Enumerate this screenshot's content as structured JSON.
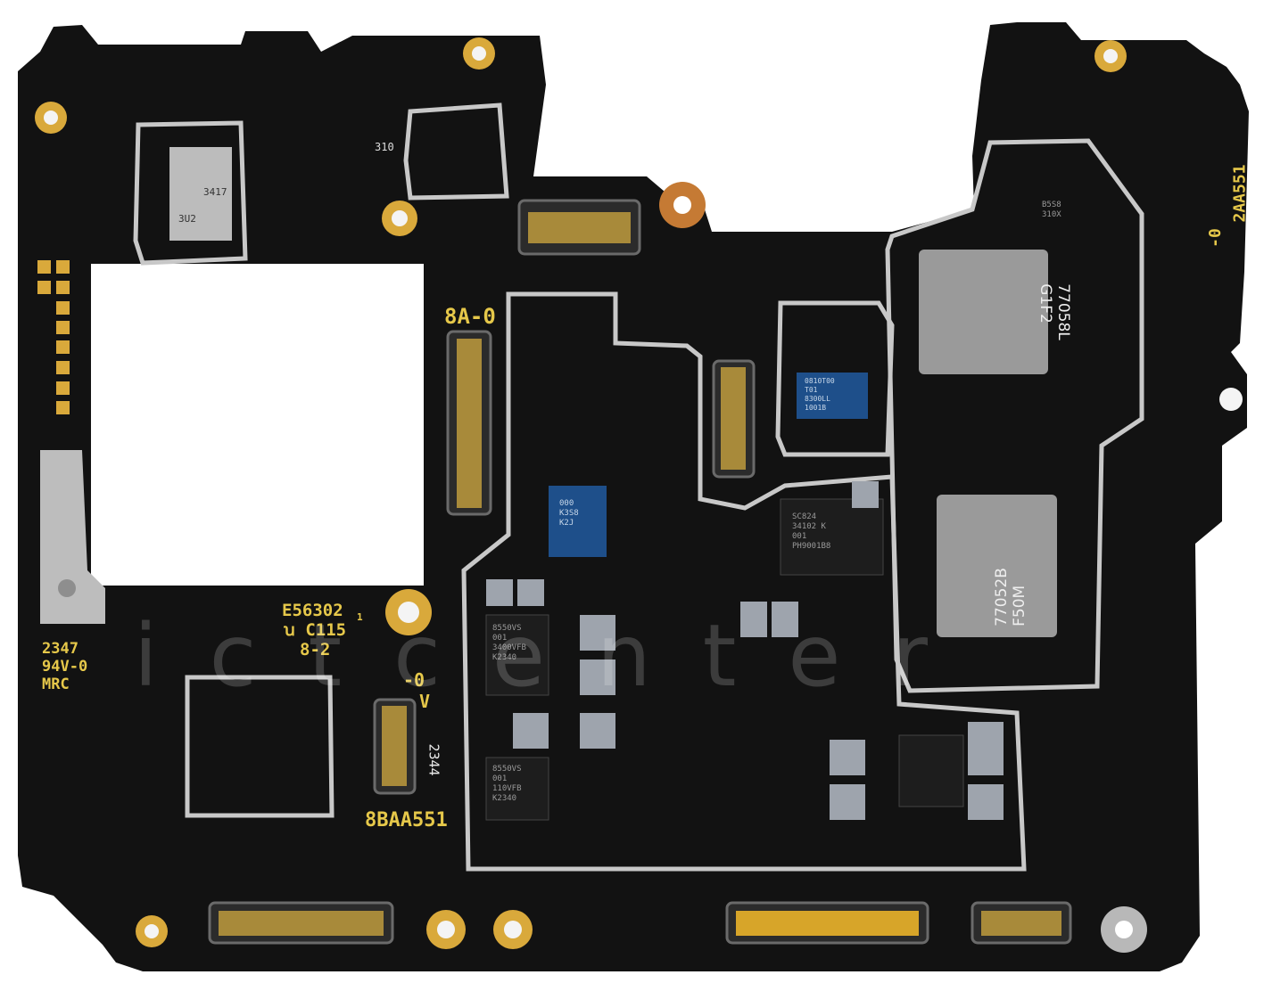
{
  "board": {
    "colors": {
      "pcb": "#121212",
      "gold": "#d9a93b",
      "shield": "#c9c9c9",
      "silkscreen": "#e6c84a",
      "chip": "#2a2a2a",
      "blue_chip": "#1e4f8a"
    },
    "silkscreen": {
      "label_8a0": "8A-0",
      "label_e56302": "E56302",
      "label_sub1": "1",
      "label_ul": "ꭒ C115",
      "label_8_2": "8-2",
      "label_2347": "2347",
      "label_94v0": "94V-0",
      "label_mrc": "MRC",
      "label_minus0_mid": "-0",
      "label_v": "V",
      "label_2344": "2344",
      "label_8baa551": "8BAA551",
      "label_minus0_right": "-0",
      "label_2aa551": "2AA551"
    },
    "chips": {
      "chip_77058l": "77058L\nG1F2",
      "chip_77052b": "77052B\nF50M",
      "chip_blue_left": "000\nK3S8\nK2J",
      "chip_sc824": "SC824\n34102 K\n001\nPH9001B8",
      "chip_8550vs": "8550VS\n001\n3400VFB\nK2340",
      "chip_8550vs_b": "8550VS\n001\n110VFB\nK2340",
      "chip_blue_mid": "0810T00\nT01\n8300LL\n1001B",
      "chip_3417": "3417",
      "chip_3u2": "3U2",
      "chip_310": "310",
      "chip_850": "B5S8\n310X"
    },
    "watermark": "ictcenter"
  }
}
